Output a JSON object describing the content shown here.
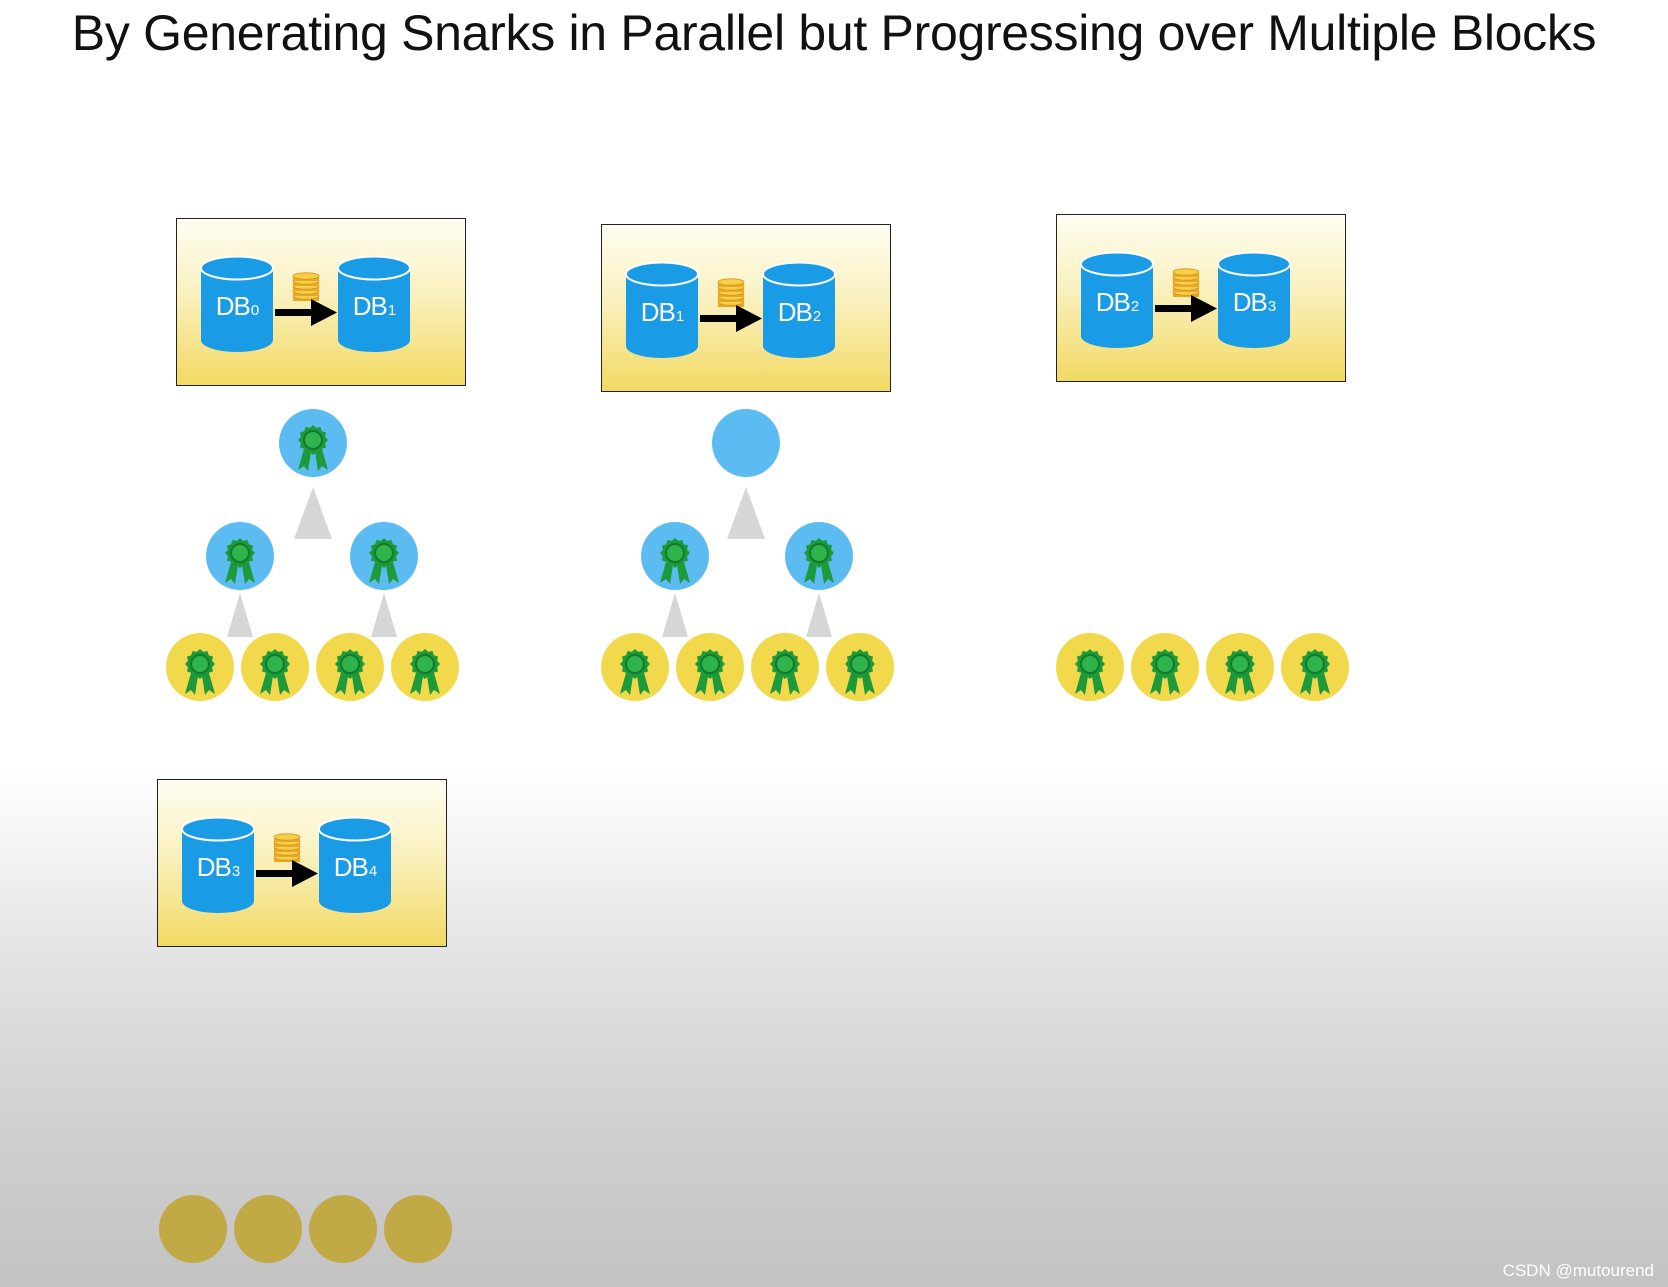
{
  "title": "By Generating Snarks in Parallel but Progressing over Multiple Blocks",
  "watermark": "CSDN @mutourend",
  "colors": {
    "block_fill": "#f4dc6a",
    "db_blue": "#1a9be6",
    "snark_blue": "#5cbcf2",
    "snark_yellow": "#f2d94c",
    "pending_yellow": "#c1a946",
    "award_green": "#1d9a3a",
    "connector_gray": "#d6d6d6"
  },
  "blocks": [
    {
      "id": "block-1",
      "from": {
        "base": "DB",
        "sub": "0"
      },
      "to": {
        "base": "DB",
        "sub": "1"
      },
      "tree": {
        "root": "merged-proof",
        "mid": [
          "merged-proof",
          "merged-proof"
        ],
        "leaves": [
          "proof",
          "proof",
          "proof",
          "proof"
        ]
      }
    },
    {
      "id": "block-2",
      "from": {
        "base": "DB",
        "sub": "1"
      },
      "to": {
        "base": "DB",
        "sub": "2"
      },
      "tree": {
        "root": "pending",
        "mid": [
          "merged-proof",
          "merged-proof"
        ],
        "leaves": [
          "proof",
          "proof",
          "proof",
          "proof"
        ]
      }
    },
    {
      "id": "block-3",
      "from": {
        "base": "DB",
        "sub": "2"
      },
      "to": {
        "base": "DB",
        "sub": "3"
      },
      "tree": {
        "root": "none",
        "mid": [],
        "leaves": [
          "proof",
          "proof",
          "proof",
          "proof"
        ]
      }
    },
    {
      "id": "block-4",
      "from": {
        "base": "DB",
        "sub": "3"
      },
      "to": {
        "base": "DB",
        "sub": "4"
      },
      "tree": {
        "root": "none",
        "mid": [],
        "leaves": [
          "pending",
          "pending",
          "pending",
          "pending"
        ]
      }
    }
  ],
  "icons": {
    "database": "database-icon",
    "coins": "coin-stack-icon",
    "arrow": "arrow-right-icon",
    "award": "award-ribbon-icon"
  }
}
